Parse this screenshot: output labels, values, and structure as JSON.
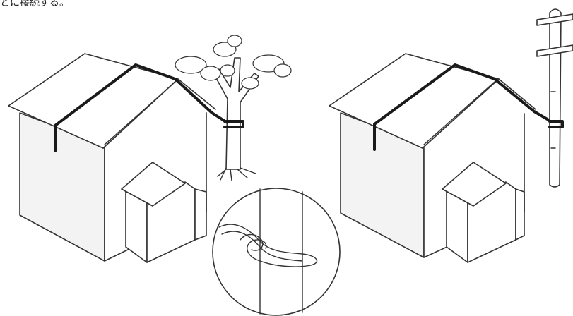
{
  "caption": "とに接続する。",
  "illustrations": [
    {
      "name": "house-tied-to-tree"
    },
    {
      "name": "knot-detail"
    },
    {
      "name": "house-tied-to-pole"
    }
  ]
}
